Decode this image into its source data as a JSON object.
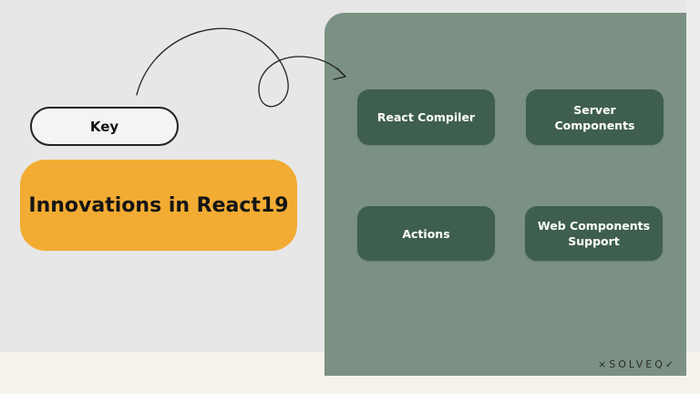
{
  "key_label": "Key",
  "title": "Innovations in React19",
  "innovations": [
    {
      "label": "React Compiler"
    },
    {
      "label": "Server Components"
    },
    {
      "label": "Actions"
    },
    {
      "label": "Web Components Support"
    }
  ],
  "logo_text": "×SOLVEQ✓",
  "colors": {
    "background": "#e7e7e7",
    "panel": "#7b9183",
    "card": "#3f5f4e",
    "title_pill": "#f3ac33"
  }
}
